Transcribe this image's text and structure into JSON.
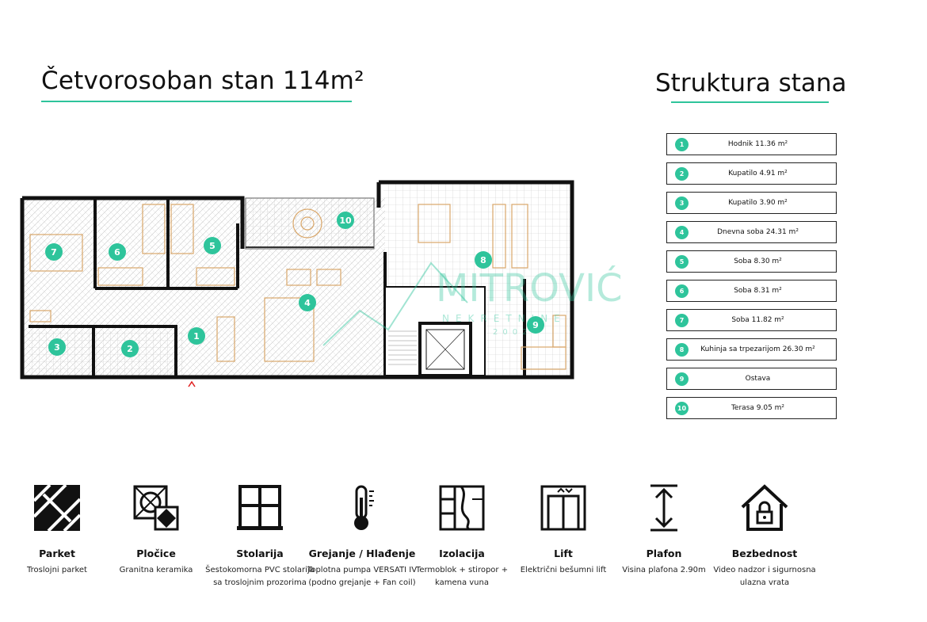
{
  "header": {
    "title": "Četvorosoban stan 114m²",
    "structure_title": "Struktura stana"
  },
  "colors": {
    "accent": "#2ec49b",
    "plan_furniture": "#d9a76a",
    "text": "#111111"
  },
  "plan": {
    "watermark_name": "MITROVIĆ",
    "watermark_sub": "NEKRETNINE",
    "watermark_year": "2002",
    "markers": [
      "1",
      "2",
      "3",
      "4",
      "5",
      "6",
      "7",
      "8",
      "9",
      "10"
    ]
  },
  "rooms": [
    {
      "num": "1",
      "label": "Hodnik 11.36 m²"
    },
    {
      "num": "2",
      "label": "Kupatilo 4.91 m²"
    },
    {
      "num": "3",
      "label": "Kupatilo 3.90 m²"
    },
    {
      "num": "4",
      "label": "Dnevna soba 24.31 m²"
    },
    {
      "num": "5",
      "label": "Soba 8.30 m²"
    },
    {
      "num": "6",
      "label": "Soba 8.31 m²"
    },
    {
      "num": "7",
      "label": "Soba 11.82 m²"
    },
    {
      "num": "8",
      "label": "Kuhinja sa trpezarijom 26.30 m²"
    },
    {
      "num": "9",
      "label": "Ostava"
    },
    {
      "num": "10",
      "label": "Terasa 9.05 m²"
    }
  ],
  "features": [
    {
      "icon": "parquet-icon",
      "title": "Parket",
      "desc": "Troslojni parket"
    },
    {
      "icon": "tiles-icon",
      "title": "Pločice",
      "desc": "Granitna keramika"
    },
    {
      "icon": "window-icon",
      "title": "Stolarija",
      "desc": "Šestokomorna PVC stolarija sa troslojnim prozorima"
    },
    {
      "icon": "thermometer-icon",
      "title": "Grejanje / Hlađenje",
      "desc": "Toplotna pumpa VERSATI IV (podno grejanje + Fan coil)"
    },
    {
      "icon": "insulation-icon",
      "title": "Izolacija",
      "desc": "Termoblok + stiropor + kamena vuna"
    },
    {
      "icon": "elevator-icon",
      "title": "Lift",
      "desc": "Električni bešumni lift"
    },
    {
      "icon": "ceiling-height-icon",
      "title": "Plafon",
      "desc": "Visina plafona 2.90m"
    },
    {
      "icon": "security-house-icon",
      "title": "Bezbednost",
      "desc": "Video nadzor i sigurnosna ulazna vrata"
    }
  ]
}
